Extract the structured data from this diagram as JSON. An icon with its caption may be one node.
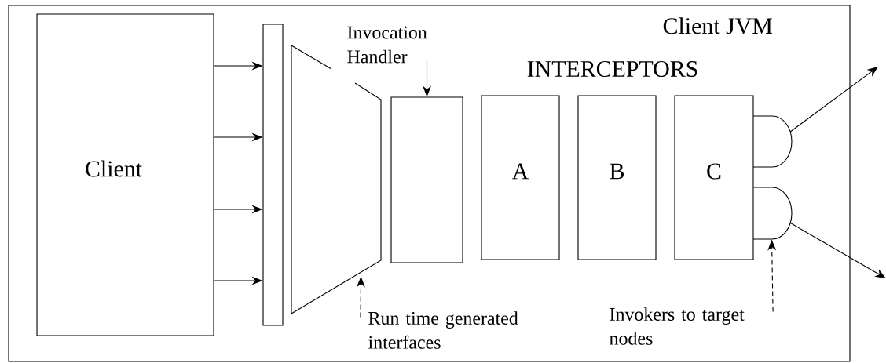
{
  "diagram": {
    "nodes": [
      {
        "text": [
          "Client JVM"
        ]
      },
      {
        "text": [
          "Client"
        ],
        "in": 0
      },
      {
        "text": [],
        "shape": "bar",
        "in": 0
      },
      {
        "text": [],
        "shape": "trapezoid",
        "in": 0
      },
      {
        "text": [],
        "shape": "box",
        "in": 0
      },
      {
        "text": [
          "A"
        ],
        "in": 0
      },
      {
        "text": [
          "B"
        ],
        "in": 0
      },
      {
        "text": [
          "C"
        ],
        "in": 0
      },
      {
        "text": [],
        "shape": "half-circle",
        "in": 0
      },
      {
        "text": [],
        "shape": "half-circle",
        "in": 0
      },
      {
        "text": [
          "Invocation Handler"
        ],
        "in": 0
      },
      {
        "text": [
          "Run time generated interfaces"
        ],
        "in": 0
      },
      {
        "text": [
          "Invokers to target nodes"
        ],
        "in": 0
      }
    ],
    "edges": [
      {
        "from": 1,
        "to": 2,
        "arrow": "to"
      },
      {
        "from": 1,
        "to": 2,
        "arrow": "to"
      },
      {
        "from": 1,
        "to": 2,
        "arrow": "to"
      },
      {
        "from": 1,
        "to": 2,
        "arrow": "to"
      },
      {
        "from": 8,
        "to": null,
        "arrow": "to"
      },
      {
        "from": 9,
        "to": null,
        "arrow": "to"
      },
      {
        "from": 10,
        "to": 4,
        "arrow": "to"
      },
      {
        "from": 11,
        "to": 3,
        "arrow": "to",
        "style": "dashed"
      },
      {
        "from": 12,
        "to": 9,
        "arrow": "to",
        "style": "dashed"
      }
    ],
    "labels": [
      "INTERCEPTORS"
    ]
  }
}
